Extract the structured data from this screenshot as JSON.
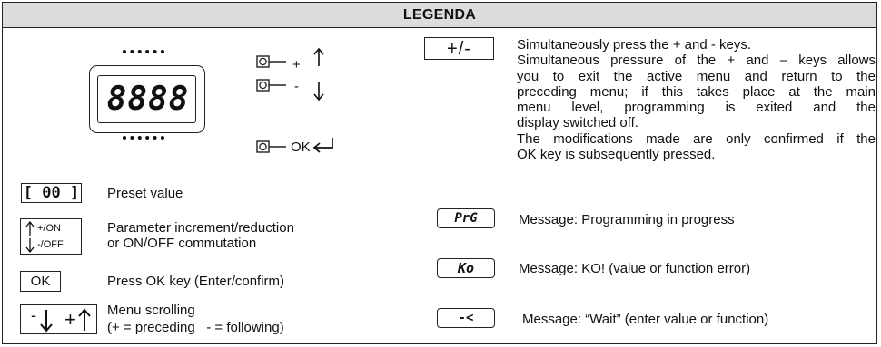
{
  "header": {
    "title": "LEGENDA"
  },
  "display": {
    "digits": "8888",
    "keys": {
      "plus": "+",
      "minus": "-",
      "ok": "OK"
    }
  },
  "left": {
    "preset": {
      "symbol": "[ 00 ]",
      "label": "Preset value"
    },
    "increment": {
      "symbol_on": "+/ON",
      "symbol_off": "-/OFF",
      "label_line1": "Parameter increment/reduction",
      "label_line2": "or ON/OFF commutation"
    },
    "ok": {
      "symbol": "OK",
      "label": "Press OK key (Enter/confirm)"
    },
    "scroll": {
      "symbol_minus": "-",
      "symbol_plus": "+",
      "label_line1": "Menu scrolling",
      "label_line2": "(+ = preceding   - = following)"
    }
  },
  "right": {
    "plusminus": {
      "symbol": "+/-",
      "lines": [
        "Simultaneously press the + and - keys.",
        "Simultaneous pressure of the + and – keys allows",
        "you to exit the active menu and return to the",
        "preceding menu; if this takes place at the main",
        "menu level, programming is exited and the",
        "display switched off.",
        "The modifications made are only confirmed if the",
        "OK key is subsequently pressed."
      ]
    },
    "prg": {
      "symbol": "PrG",
      "label": "Message: Programming in progress"
    },
    "ko": {
      "symbol": "Ko",
      "label": "Message: KO! (value or function error)"
    },
    "wait": {
      "symbol": "-<",
      "label": "Message: “Wait” (enter value or function)"
    }
  }
}
